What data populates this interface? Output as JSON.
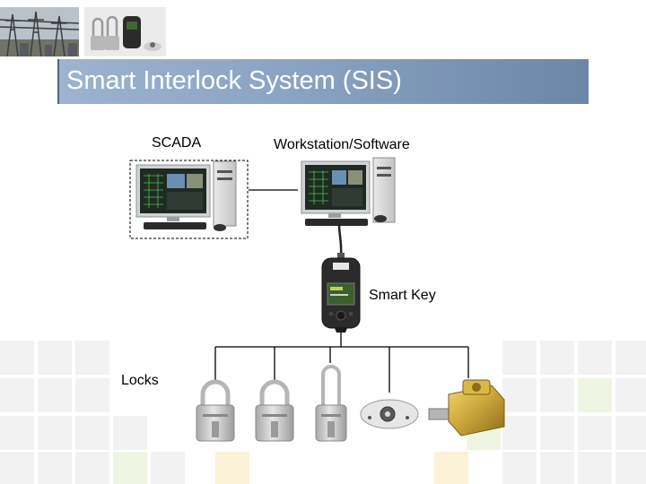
{
  "title": "Smart Interlock System (SIS)",
  "nodes": {
    "scada": "SCADA",
    "workstation": "Workstation/Software",
    "smart_key": "Smart Key",
    "locks": "Locks"
  },
  "colors": {
    "title_bar": "#8aa3c2",
    "title_text": "#ffffff",
    "lock_silver": "#c8c8c8",
    "lock_gold": "#c9a43a",
    "key_body": "#2b2b2b"
  }
}
